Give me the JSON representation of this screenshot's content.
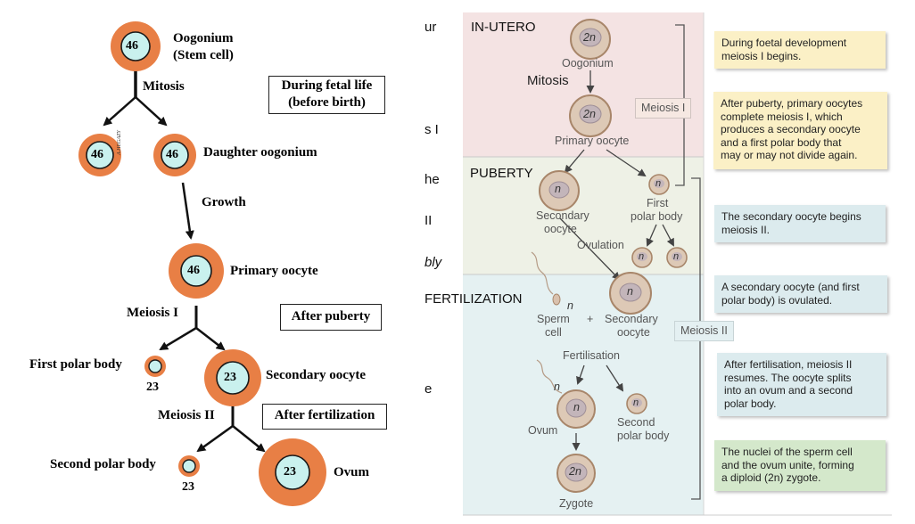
{
  "left_diagram": {
    "oogonium": {
      "count": "46",
      "label_line1": "Oogonium",
      "label_line2": "(Stem cell)"
    },
    "mitosis": "Mitosis",
    "fetal_box_line1": "During fetal life",
    "fetal_box_line2": "(before birth)",
    "watermark": "A.HEGAZY",
    "daughter_left": {
      "count": "46"
    },
    "daughter_right": {
      "count": "46",
      "label": "Daughter oogonium"
    },
    "growth": "Growth",
    "primary": {
      "count": "46",
      "label": "Primary oocyte"
    },
    "meiosis1": "Meiosis I",
    "puberty_box": "After puberty",
    "first_polar": {
      "label": "First polar body",
      "count": "23"
    },
    "secondary": {
      "count": "23",
      "label": "Secondary oocyte"
    },
    "meiosis2": "Meiosis II",
    "fertilization_box": "After fertilization",
    "second_polar": {
      "label": "Second polar body",
      "count": "23"
    },
    "ovum": {
      "count": "23",
      "label": "Ovum"
    },
    "colors": {
      "ring": "#e87f45",
      "nucleus": "#c9f1ee",
      "box_border": "#222222"
    }
  },
  "right_diagram": {
    "cut_text": {
      "ur": "ur",
      "si": "s I",
      "he": "he",
      "ii": "II",
      "bly": "bly",
      "e": "e"
    },
    "stages": {
      "in_utero": "IN-UTERO",
      "puberty": "PUBERTY",
      "fertilization": "FERTILIZATION"
    },
    "cells": {
      "oogonium": {
        "ploidy": "2n",
        "label": "Oogonium"
      },
      "mitosis": "Mitosis",
      "primary": {
        "ploidy": "2n",
        "label": "Primary oocyte"
      },
      "meiosis1": "Meiosis I",
      "secondary": {
        "ploidy": "n",
        "label_line1": "Secondary",
        "label_line2": "oocyte"
      },
      "first_polar": {
        "ploidy": "n",
        "label_line1": "First",
        "label_line2": "polar body"
      },
      "ovulation": "Ovulation",
      "polar_a": {
        "ploidy": "n"
      },
      "polar_b": {
        "ploidy": "n"
      },
      "sperm": {
        "ploidy": "n",
        "label_line1": "Sperm",
        "label_line2": "cell"
      },
      "plus": "+",
      "secondary2": {
        "ploidy": "n",
        "label_line1": "Secondary",
        "label_line2": "oocyte"
      },
      "meiosis2": "Meiosis II",
      "fertilisation": "Fertilisation",
      "ovum": {
        "ploidy": "n",
        "sperm_ploidy": "n",
        "label": "Ovum"
      },
      "second_polar": {
        "ploidy": "n",
        "label_line1": "Second",
        "label_line2": "polar body"
      },
      "zygote": {
        "ploidy": "2n",
        "label": "Zygote"
      }
    },
    "notes": [
      {
        "line1": "During foetal development",
        "line2": "meiosis I begins.",
        "line3": "",
        "line4": ""
      },
      {
        "line1": "After puberty, primary oocytes",
        "line2": "complete meiosis I, which",
        "line3": "produces a secondary oocyte",
        "line4": "and a first polar body that",
        "line5": "may or may not divide again."
      },
      {
        "line1": "The secondary oocyte begins",
        "line2": "meiosis II."
      },
      {
        "line1": "A secondary oocyte (and first",
        "line2": "polar body) is ovulated."
      },
      {
        "line1": "After fertilisation, meiosis II",
        "line2": "resumes. The oocyte splits",
        "line3": "into an ovum and a second",
        "line4": "polar body."
      },
      {
        "line1": "The nuclei of the sperm cell",
        "line2": "and the ovum unite, forming",
        "line3": "a diploid (2n) zygote."
      }
    ],
    "colors": {
      "in_utero_bg": "#f4e3e3",
      "puberty_bg": "#eef1e6",
      "fert_bg": "#e5f1f2",
      "note_yellow": "#fbf0c6",
      "note_blue": "#dcebee",
      "note_green": "#d4e8cb",
      "cell_fill": "#ddc9b6",
      "cell_ring": "#a8866a",
      "nucleus_fill": "#c3b5ba"
    }
  }
}
